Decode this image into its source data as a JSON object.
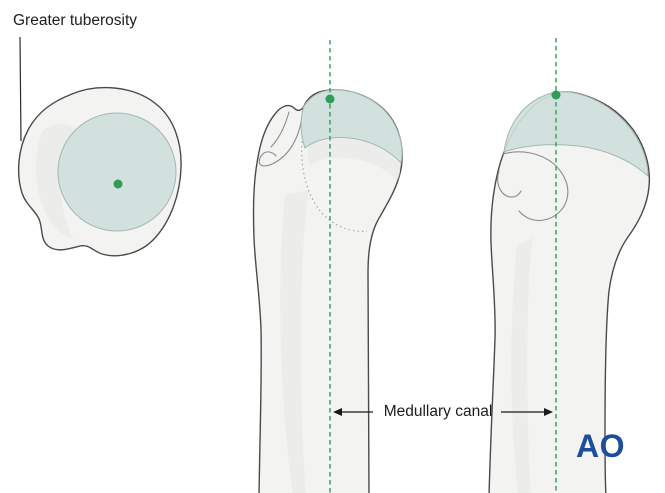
{
  "labels": {
    "greater_tuberosity": "Greater tuberosity",
    "medullary_canal": "Medullary canal"
  },
  "logo": {
    "text": "AO"
  },
  "colors": {
    "background": "#ffffff",
    "bone_fill": "#f3f3f2",
    "bone_outline": "#4a4a48",
    "articular_surface": "#cfe0db",
    "articular_edge": "#a3b8b2",
    "axis_green": "#2f9c58",
    "label_text": "#1c1c1c",
    "logo_blue": "#1d4e9c",
    "shading": "#e8e8e7"
  }
}
